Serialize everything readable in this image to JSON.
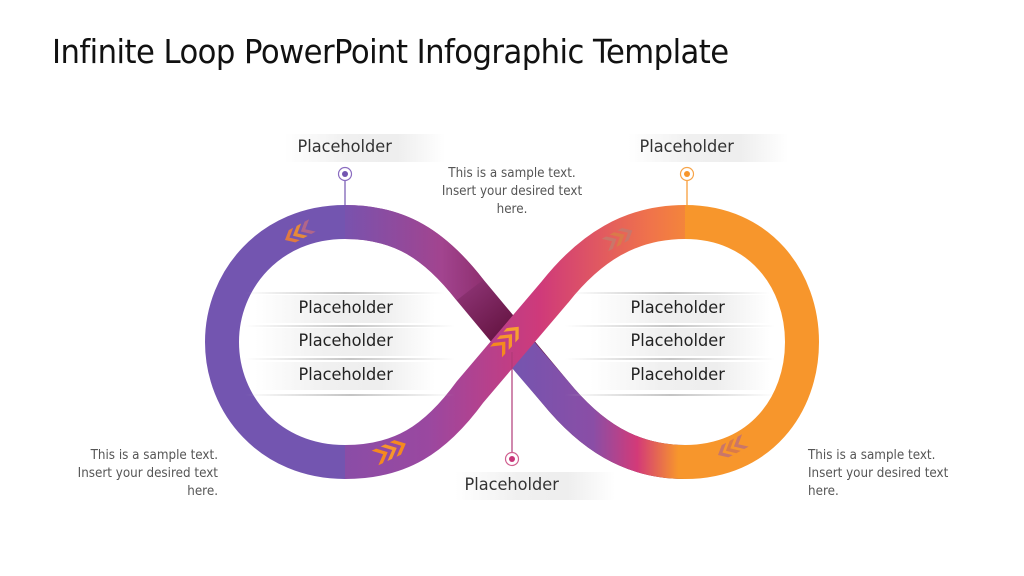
{
  "slide": {
    "title": "Infinite Loop PowerPoint Infographic Template"
  },
  "top_labels": {
    "left": "Placeholder",
    "right": "Placeholder"
  },
  "bottom_label": "Placeholder",
  "left_loop_items": [
    "Placeholder",
    "Placeholder",
    "Placeholder"
  ],
  "right_loop_items": [
    "Placeholder",
    "Placeholder",
    "Placeholder"
  ],
  "sample_texts": {
    "top_center": [
      "This is a sample text.",
      "Insert your desired text",
      "here."
    ],
    "bottom_left": [
      "This is a sample text.",
      "Insert your desired text",
      "here."
    ],
    "bottom_right": [
      "This is a sample text.",
      "Insert your desired text",
      "here."
    ]
  },
  "colors": {
    "purple": "#7355b0",
    "magenta": "#c8367a",
    "dark_magenta": "#8a1f5a",
    "orange": "#f7962c",
    "arrow_orange": "#f58a1f",
    "arrow_muted": "#c9766a"
  }
}
